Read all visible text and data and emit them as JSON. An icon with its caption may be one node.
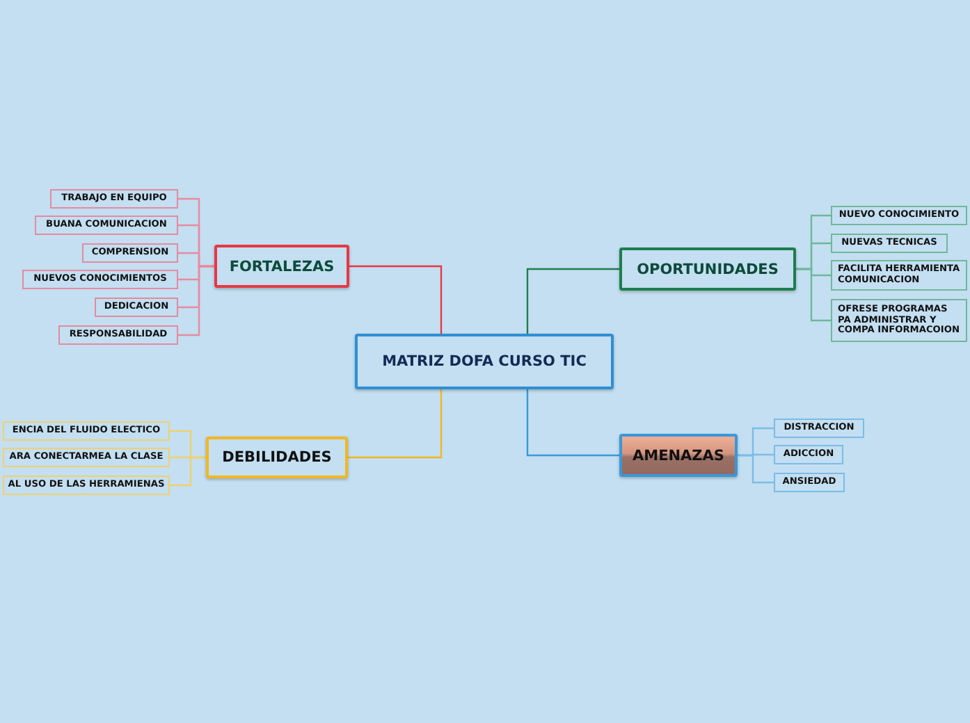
{
  "diagram": {
    "nodes": [
      {
        "text": [
          "MATRIZ DOFA CURSO TIC"
        ]
      },
      {
        "text": [
          "FORTALEZAS"
        ]
      },
      {
        "text": [
          "TRABAJO EN EQUIPO"
        ]
      },
      {
        "text": [
          "BUANA COMUNICACION"
        ]
      },
      {
        "text": [
          "COMPRENSION"
        ]
      },
      {
        "text": [
          "NUEVOS CONOCIMIENTOS"
        ]
      },
      {
        "text": [
          "DEDICACION"
        ]
      },
      {
        "text": [
          "RESPONSABILIDAD"
        ]
      },
      {
        "text": [
          "OPORTUNIDADES"
        ]
      },
      {
        "text": [
          "NUEVO CONOCIMIENTO"
        ]
      },
      {
        "text": [
          "NUEVAS TECNICAS"
        ]
      },
      {
        "text": [
          "FACILITA HERRAMIENTA COMUNICACION"
        ]
      },
      {
        "text": [
          "OFRESE PROGRAMAS PA ADMINISTRAR Y COMPA INFORMACOION"
        ]
      },
      {
        "text": [
          "DEBILIDADES"
        ]
      },
      {
        "text": [
          "ENCIA DEL FLUIDO ELECTICO"
        ]
      },
      {
        "text": [
          "ARA CONECTARMEA LA CLASE"
        ]
      },
      {
        "text": [
          "AL USO DE LAS HERRAMIENAS"
        ]
      },
      {
        "text": [
          "AMENAZAS"
        ]
      },
      {
        "text": [
          "DISTRACCION"
        ]
      },
      {
        "text": [
          "ADICCION"
        ]
      },
      {
        "text": [
          "ANSIEDAD"
        ]
      }
    ],
    "edges": [
      {
        "from": 0,
        "to": 1,
        "arrow": "none",
        "color": "#e53945"
      },
      {
        "from": 1,
        "to": 2,
        "arrow": "none",
        "color": "#e88aa0"
      },
      {
        "from": 1,
        "to": 3,
        "arrow": "none",
        "color": "#e88aa0"
      },
      {
        "from": 1,
        "to": 4,
        "arrow": "none",
        "color": "#e88aa0"
      },
      {
        "from": 1,
        "to": 5,
        "arrow": "none",
        "color": "#e88aa0"
      },
      {
        "from": 1,
        "to": 6,
        "arrow": "none",
        "color": "#e88aa0"
      },
      {
        "from": 1,
        "to": 7,
        "arrow": "none",
        "color": "#e88aa0"
      },
      {
        "from": 0,
        "to": 8,
        "arrow": "none",
        "color": "#1e7d4e"
      },
      {
        "from": 8,
        "to": 9,
        "arrow": "none",
        "color": "#6fb89a"
      },
      {
        "from": 8,
        "to": 10,
        "arrow": "none",
        "color": "#6fb89a"
      },
      {
        "from": 8,
        "to": 11,
        "arrow": "none",
        "color": "#6fb89a"
      },
      {
        "from": 8,
        "to": 12,
        "arrow": "none",
        "color": "#6fb89a"
      },
      {
        "from": 0,
        "to": 13,
        "arrow": "none",
        "color": "#f2b820"
      },
      {
        "from": 13,
        "to": 14,
        "arrow": "none",
        "color": "#f0d070"
      },
      {
        "from": 13,
        "to": 15,
        "arrow": "none",
        "color": "#f0d070"
      },
      {
        "from": 13,
        "to": 16,
        "arrow": "none",
        "color": "#f0d070"
      },
      {
        "from": 0,
        "to": 17,
        "arrow": "none",
        "color": "#3a98d8"
      },
      {
        "from": 17,
        "to": 18,
        "arrow": "none",
        "color": "#7cbce8"
      },
      {
        "from": 17,
        "to": 19,
        "arrow": "none",
        "color": "#7cbce8"
      },
      {
        "from": 17,
        "to": 20,
        "arrow": "none",
        "color": "#7cbce8"
      }
    ]
  }
}
